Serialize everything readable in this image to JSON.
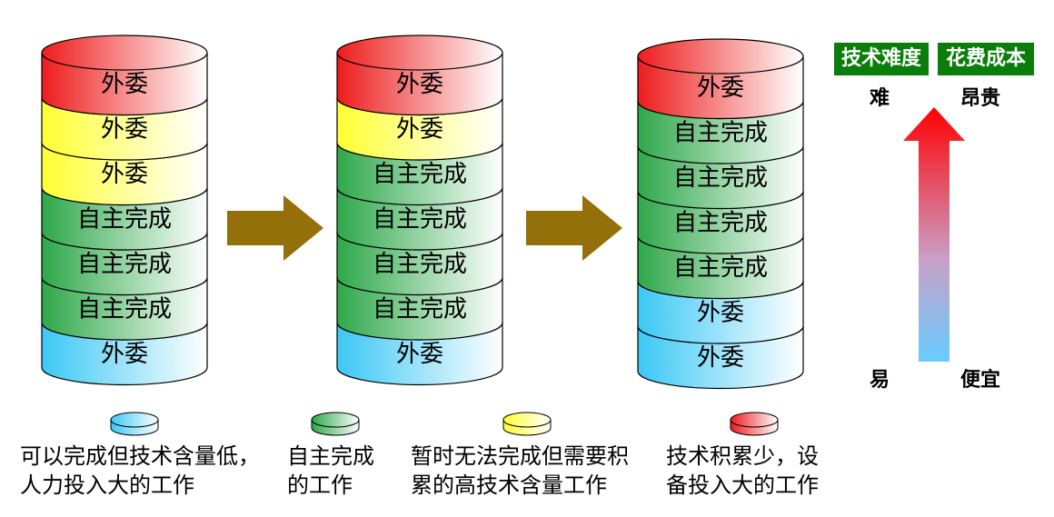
{
  "stacks": [
    {
      "segments": [
        {
          "label": "外委",
          "color": "red"
        },
        {
          "label": "外委",
          "color": "yellow"
        },
        {
          "label": "外委",
          "color": "yellow"
        },
        {
          "label": "自主完成",
          "color": "green"
        },
        {
          "label": "自主完成",
          "color": "green"
        },
        {
          "label": "自主完成",
          "color": "green"
        },
        {
          "label": "外委",
          "color": "blue"
        }
      ]
    },
    {
      "segments": [
        {
          "label": "外委",
          "color": "red"
        },
        {
          "label": "外委",
          "color": "yellow"
        },
        {
          "label": "自主完成",
          "color": "green"
        },
        {
          "label": "自主完成",
          "color": "green"
        },
        {
          "label": "自主完成",
          "color": "green"
        },
        {
          "label": "自主完成",
          "color": "green"
        },
        {
          "label": "外委",
          "color": "blue"
        }
      ]
    },
    {
      "segments": [
        {
          "label": "外委",
          "color": "red"
        },
        {
          "label": "自主完成",
          "color": "green"
        },
        {
          "label": "自主完成",
          "color": "green"
        },
        {
          "label": "自主完成",
          "color": "green"
        },
        {
          "label": "自主完成",
          "color": "green"
        },
        {
          "label": "外委",
          "color": "blue"
        },
        {
          "label": "外委",
          "color": "blue"
        }
      ]
    }
  ],
  "colors": {
    "red": "#ee1c1c",
    "yellow": "#ffff33",
    "green": "#2ea84a",
    "blue": "#3cc8f5",
    "arrow": "#94700a",
    "header_bg": "#0a7d0a",
    "scale_top": "#ff0000",
    "scale_bottom": "#66ccff"
  },
  "legend": [
    {
      "color": "blue",
      "line1": "可以完成但技术含量低，",
      "line2": "人力投入大的工作"
    },
    {
      "color": "green",
      "line1": "自主完成",
      "line2": "的工作"
    },
    {
      "color": "yellow",
      "line1": "暂时无法完成但需要积",
      "line2": "累的高技术含量工作"
    },
    {
      "color": "red",
      "line1": "技术积累少，设",
      "line2": "备投入大的工作"
    }
  ],
  "scale": {
    "difficulty_header": "技术难度",
    "cost_header": "花费成本",
    "difficulty_high": "难",
    "difficulty_low": "易",
    "cost_high": "昂贵",
    "cost_low": "便宜"
  }
}
